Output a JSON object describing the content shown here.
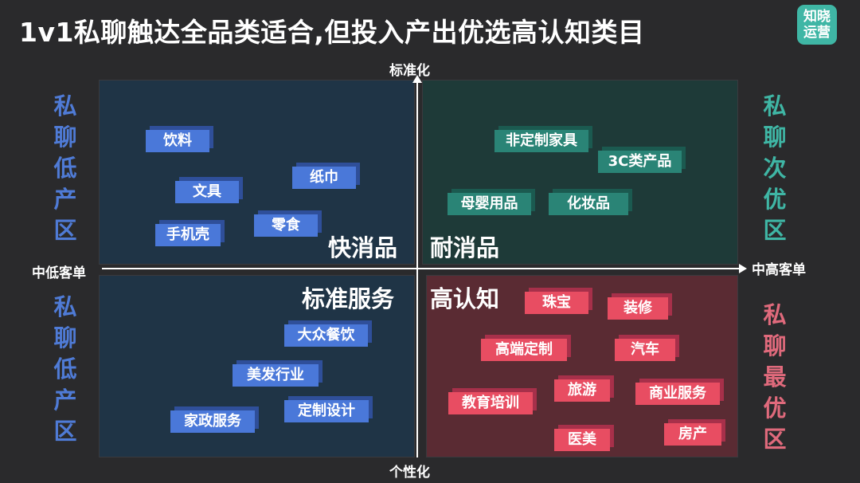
{
  "title": "1v1私聊触达全品类适合,但投入产出优选高认知类目",
  "logo": {
    "text": "知晓运营"
  },
  "axes": {
    "top": "标准化",
    "bottom": "个性化",
    "left": "中低客单",
    "right": "中高客单"
  },
  "side_labels": {
    "top_left": "私聊低产区",
    "bottom_left": "私聊低产区",
    "top_right": "私聊次优区",
    "bottom_right": "私聊最优区"
  },
  "quadrant_labels": {
    "top_left": "快消品",
    "top_right": "耐消品",
    "bottom_left": "标准服务",
    "bottom_right": "高认知"
  },
  "quadrants": {
    "top_left": [
      "饮料",
      "纸巾",
      "文具",
      "零食",
      "手机壳"
    ],
    "top_right": [
      "非定制家具",
      "3C类产品",
      "母婴用品",
      "化妆品"
    ],
    "bottom_left": [
      "大众餐饮",
      "美发行业",
      "家政服务",
      "定制设计"
    ],
    "bottom_right": [
      "珠宝",
      "装修",
      "高端定制",
      "汽车",
      "旅游",
      "商业服务",
      "教育培训",
      "医美",
      "房产"
    ]
  },
  "colors": {
    "low_zone": "#4f7bd6",
    "secondary_zone": "#3fb6a5",
    "best_zone": "#e06a7c",
    "tag_blue": "#4a78d9",
    "tag_green": "#2a8476",
    "tag_red": "#e84d62"
  }
}
